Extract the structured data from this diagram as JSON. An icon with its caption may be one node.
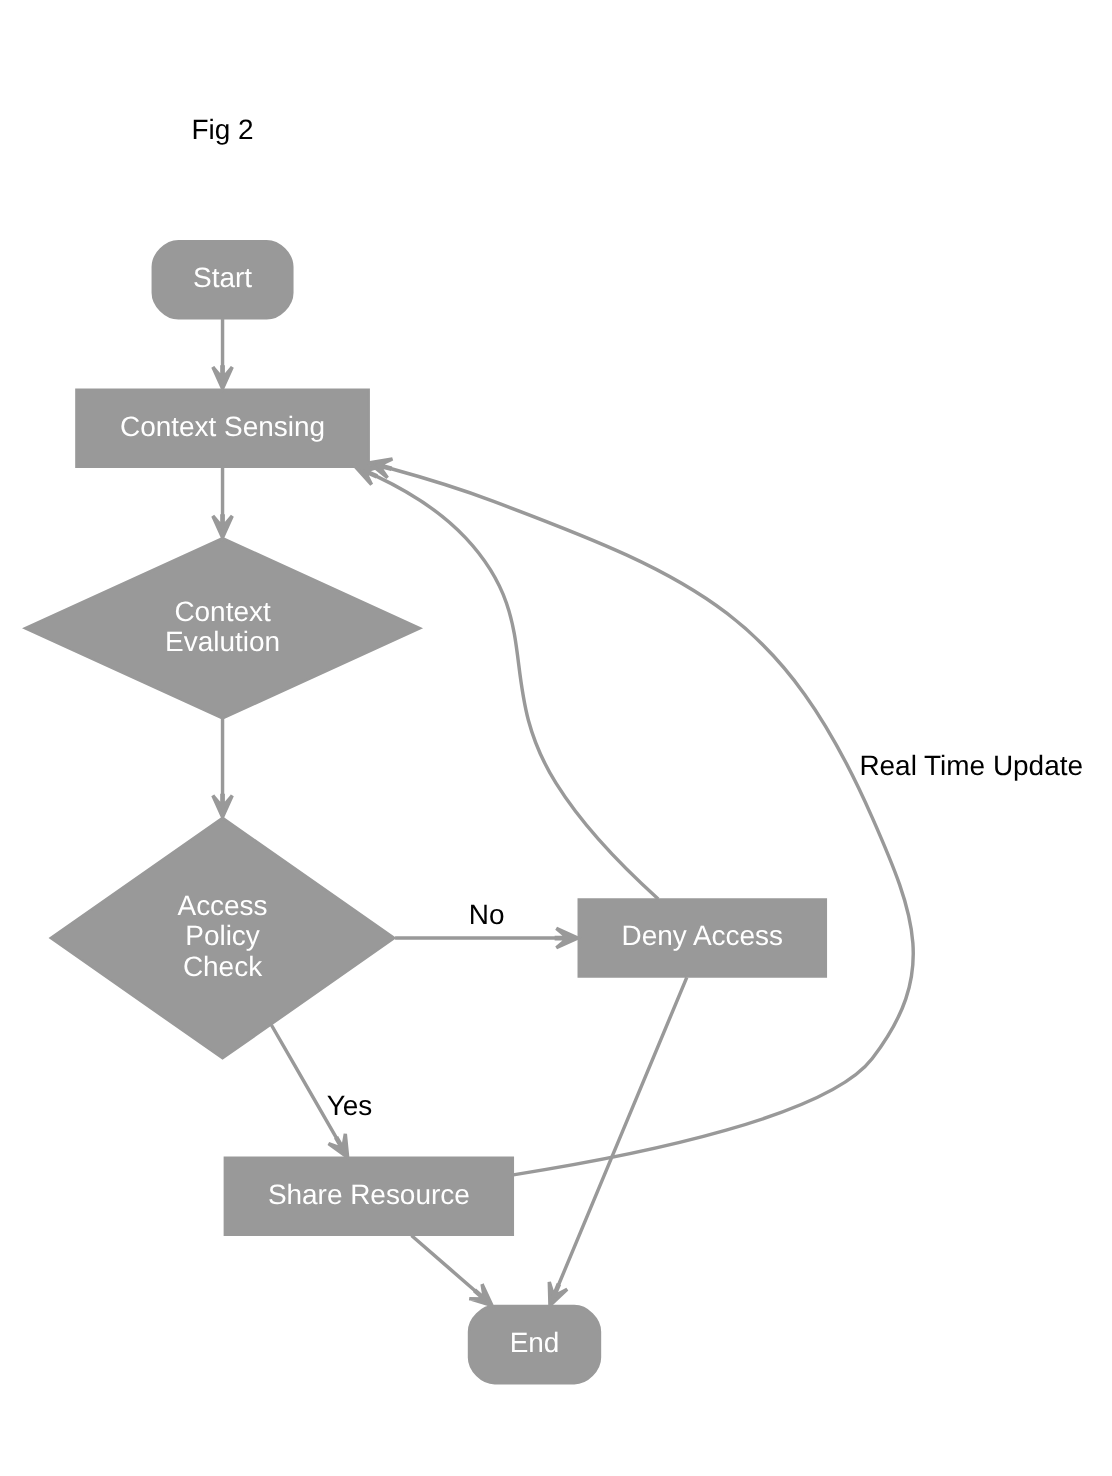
{
  "diagram": {
    "nodes": [
      {
        "text": [
          "Start"
        ]
      },
      {
        "text": [
          "Context Sensing"
        ]
      },
      {
        "text": [
          "Context Evalution"
        ]
      },
      {
        "text": [
          "Access Policy Check"
        ]
      },
      {
        "text": [
          "Deny Access"
        ]
      },
      {
        "text": [
          "Share Resource"
        ]
      },
      {
        "text": [
          "End"
        ]
      }
    ],
    "edges": [
      {
        "from": 0,
        "to": 1,
        "arrow": "to"
      },
      {
        "from": 1,
        "to": 2,
        "arrow": "to"
      },
      {
        "from": 2,
        "to": 3,
        "arrow": "to"
      },
      {
        "from": 3,
        "to": 4,
        "label": "No",
        "arrow": "to"
      },
      {
        "from": 3,
        "to": 5,
        "label": "Yes",
        "arrow": "to"
      },
      {
        "from": 5,
        "to": 6,
        "arrow": "to"
      },
      {
        "from": 4,
        "to": 6,
        "arrow": "to"
      },
      {
        "from": 5,
        "to": 1,
        "label": "Real Time Update",
        "arrow": "to"
      },
      {
        "from": 4,
        "to": 1,
        "arrow": "to"
      }
    ],
    "labels": [
      "Fig 2"
    ]
  }
}
